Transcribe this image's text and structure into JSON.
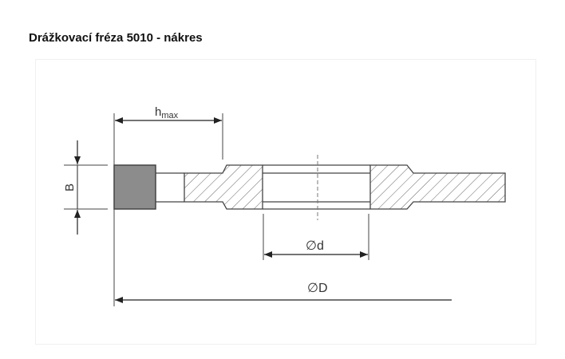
{
  "title": "Drážkovací fréza 5010 - nákres",
  "drawing": {
    "dimensions": {
      "hmax_main": "h",
      "hmax_sub": "max",
      "width_b": "B",
      "bore_diameter": "∅d",
      "outer_diameter": "∅D"
    },
    "colors": {
      "line": "#444444",
      "segment": "#8c8c8c",
      "hatch": "#666666"
    }
  }
}
